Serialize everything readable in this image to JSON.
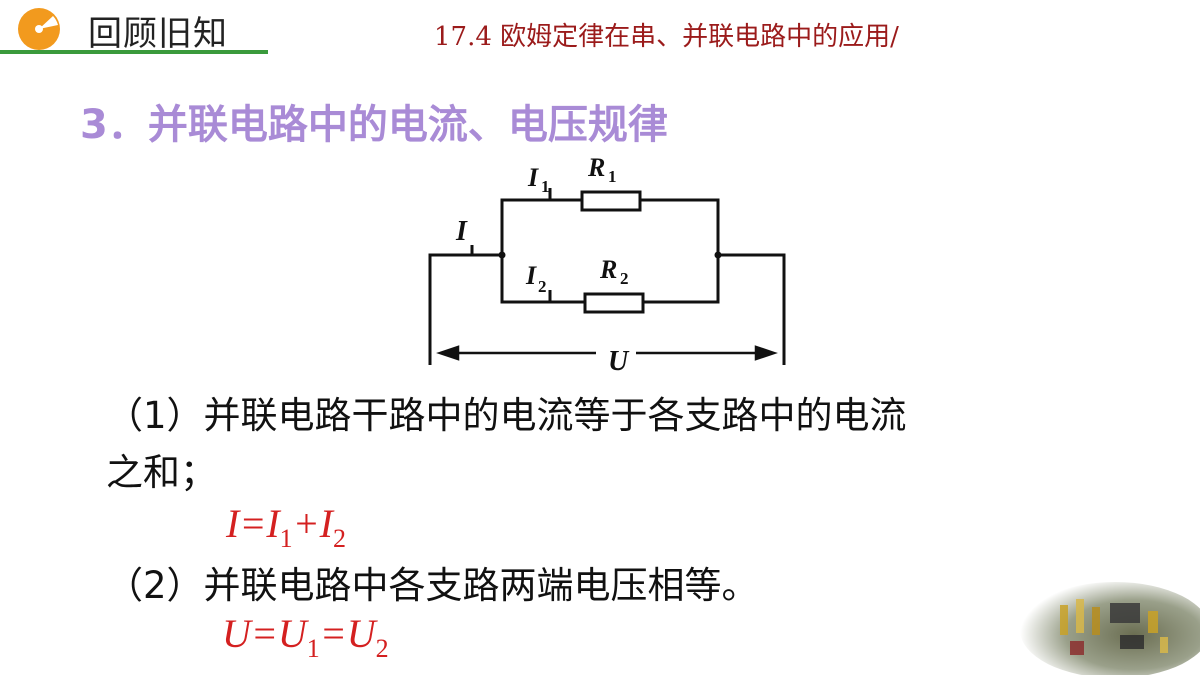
{
  "header": {
    "section_label": "回顾旧知",
    "lesson_title": "17.4 欧姆定律在串、并联电路中的应用/"
  },
  "heading": "3．并联电路中的电流、电压规律",
  "circuit": {
    "labels": {
      "I": "I",
      "I1": "I",
      "I1_sub": "1",
      "I2": "I",
      "I2_sub": "2",
      "R1": "R",
      "R1_sub": "1",
      "R2": "R",
      "R2_sub": "2",
      "U": "U"
    }
  },
  "rules": [
    {
      "text_line1": "（1）并联电路干路中的电流等于各支路中的电流",
      "text_line2": "之和；",
      "formula": {
        "a": "I",
        "eq1": "=",
        "b": "I",
        "b_sub": "1",
        "op": "+",
        "c": "I",
        "c_sub": "2"
      }
    },
    {
      "text_line1": "（2）并联电路中各支路两端电压相等。",
      "formula": {
        "a": "U",
        "eq1": "=",
        "b": "U",
        "b_sub": "1",
        "op": "=",
        "c": "U",
        "c_sub": "2"
      }
    }
  ],
  "colors": {
    "accent_green": "#3a9a3c",
    "logo_orange": "#f29a1e",
    "title_red": "#9b1b1b",
    "heading_purple": "#a98bd6",
    "formula_red": "#d42020"
  }
}
